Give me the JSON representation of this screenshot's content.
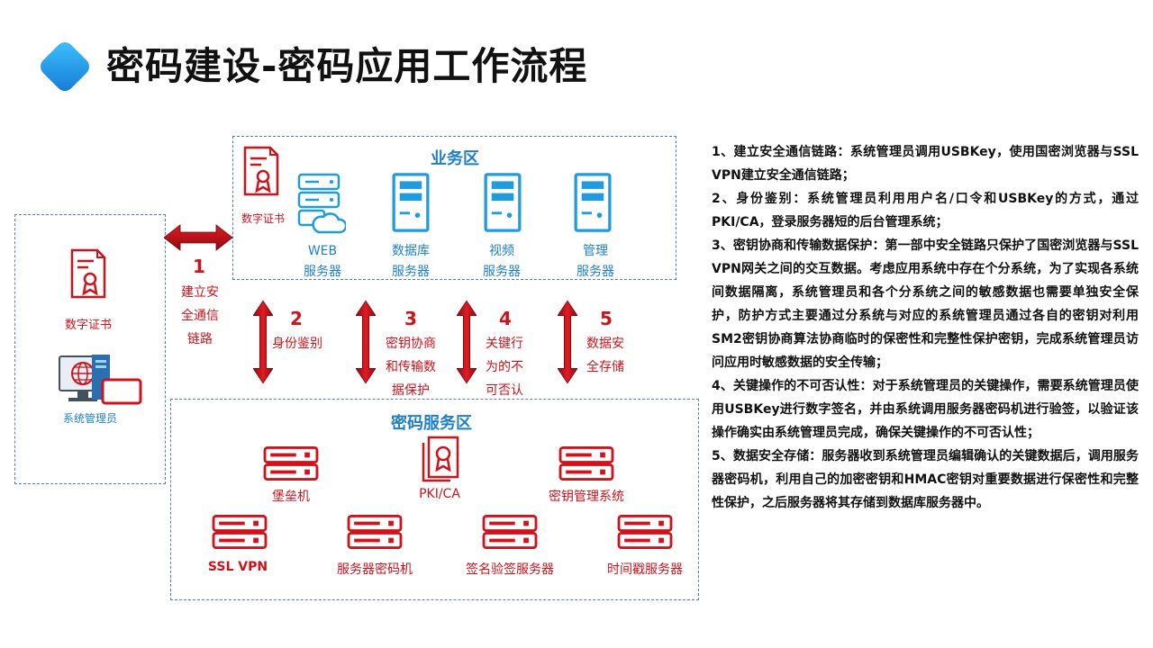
{
  "title": "密码建设-密码应用工作流程",
  "left_panel": {
    "cert_label": "数字证书",
    "admin_label": "系统管理员"
  },
  "business_zone": {
    "title": "业务区",
    "cert_label": "数字证书",
    "servers": [
      {
        "line1": "WEB",
        "line2": "服务器"
      },
      {
        "line1": "数据库",
        "line2": "服务器"
      },
      {
        "line1": "视频",
        "line2": "服务器"
      },
      {
        "line1": "管理",
        "line2": "服务器"
      }
    ]
  },
  "steps": [
    {
      "num": "1",
      "text": [
        "建立安",
        "全通信",
        "链路"
      ]
    },
    {
      "num": "2",
      "text": [
        "身份鉴别"
      ]
    },
    {
      "num": "3",
      "text": [
        "密钥协商",
        "和传输数",
        "据保护"
      ]
    },
    {
      "num": "4",
      "text": [
        "关键行",
        "为的不",
        "可否认"
      ]
    },
    {
      "num": "5",
      "text": [
        "数据安",
        "全存储"
      ]
    }
  ],
  "crypto_zone": {
    "title": "密码服务区",
    "row1": [
      "堡垒机",
      "PKI/CA",
      "密钥管理系统"
    ],
    "row2": [
      "SSL VPN",
      "服务器密码机",
      "签名验签服务器",
      "时间戳服务器"
    ]
  },
  "description": [
    "1、建立安全通信链路：系统管理员调用USBKey，使用国密浏览器与SSL VPN建立安全通信链路；",
    "2、身份鉴别：系统管理员利用用户名/口令和USBKey的方式，通过PKI/CA，登录服务器短的后台管理系统；",
    "3、密钥协商和传输数据保护：第一部中安全链路只保护了国密浏览器与SSL VPN网关之间的交互数据。考虑应用系统中存在个分系统，为了实现各系统间数据隔离，系统管理员和各个分系统之间的敏感数据也需要单独安全保护，防护方式主要通过分系统与对应的系统管理员通过各自的密钥对利用SM2密钥协商算法协商临时的保密性和完整性保护密钥，完成系统管理员访问应用时敏感数据的安全传输；",
    "4、关键操作的不可否认性：对于系统管理员的关键操作，需要系统管理员使用USBKey进行数字签名，并由系统调用服务器密码机进行验签，以验证该操作确实由系统管理员完成，确保关键操作的不可否认性；",
    "5、数据安全存储：服务器收到系统管理员编辑确认的关键数据后，调用服务器密码机，利用自己的加密密钥和HMAC密钥对重要数据进行保密性和完整性保护，之后服务器将其存储到数据库服务器中。"
  ],
  "colors": {
    "red": "#d0121b",
    "blue": "#1f7fc9",
    "dashed": "#5a7fa8"
  }
}
